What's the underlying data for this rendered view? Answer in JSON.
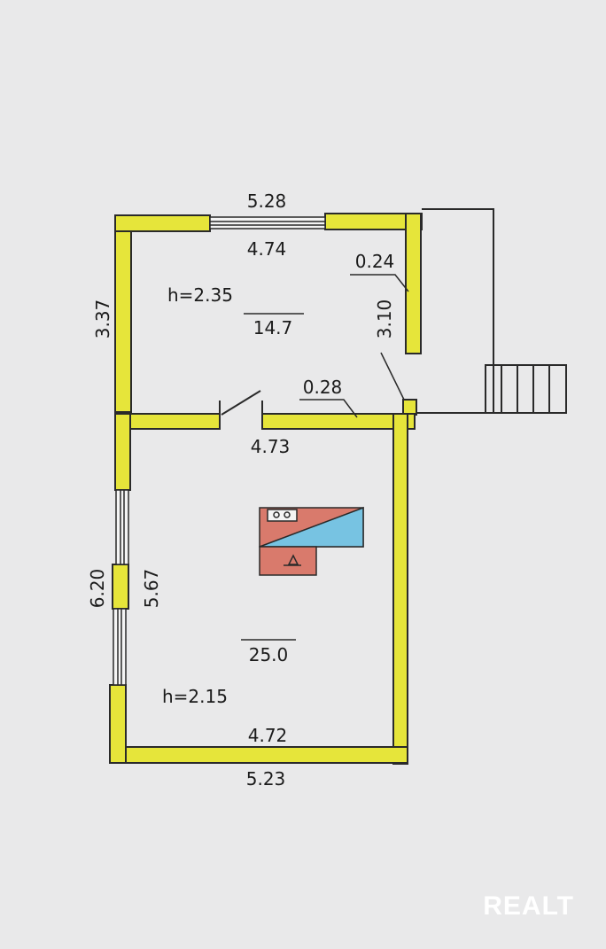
{
  "plan": {
    "upper_room": {
      "outer_width": "5.28",
      "inner_width": "4.74",
      "outer_length": "3.37",
      "height": "h=2.35",
      "area": "14.7",
      "partition_length": "3.10",
      "partition_thickness": "0.24"
    },
    "lower_room": {
      "wall_thickness": "0.28",
      "inner_width_top": "4.73",
      "outer_length": "6.20",
      "inner_length": "5.67",
      "area": "25.0",
      "height": "h=2.15",
      "inner_width_bottom": "4.72",
      "outer_width": "5.23"
    }
  },
  "watermark": "REALT",
  "colors": {
    "wall": "#e6e53a",
    "wall_outline": "#2a2a2a",
    "stove_red": "#d97a6c",
    "stove_blue": "#77c3e2",
    "background": "#e9e9ea"
  }
}
